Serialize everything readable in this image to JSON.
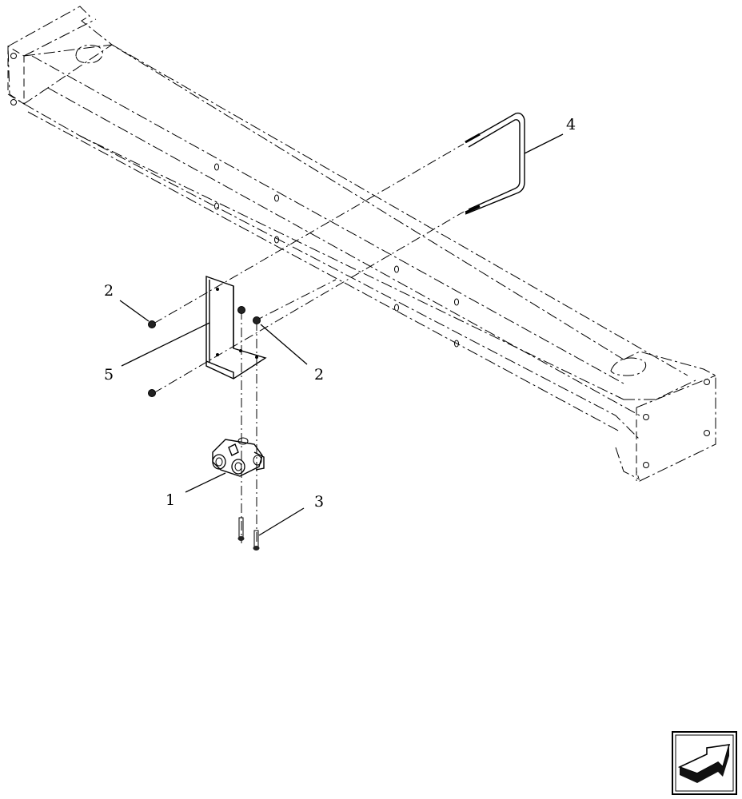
{
  "diagram": {
    "callouts": [
      "1",
      "2",
      "2",
      "3",
      "4",
      "5"
    ]
  },
  "nav": {
    "icon": "next-page-arrow-icon"
  }
}
